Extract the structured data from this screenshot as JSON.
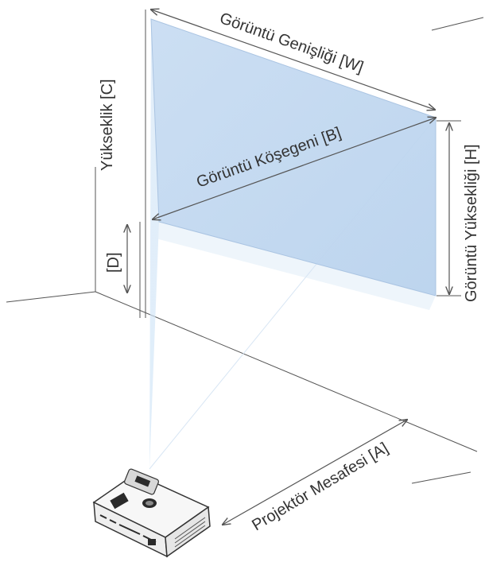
{
  "labels": {
    "width": "Görüntü Genişliği [W]",
    "diagonal": "Görüntü Köşegeni [B]",
    "height": "Görüntü Yüksekliği [H]",
    "elevation": "Yükseklik [C]",
    "offset": "[D]",
    "distance": "Projektör Mesafesi [A]"
  },
  "colors": {
    "beam": "#cfe3f7",
    "screen": "#b9d4ef",
    "line": "#555555",
    "projector_body": "#f5f5f5",
    "projector_dark": "#2a2a2a"
  },
  "icons": {
    "projector": "projector-device-icon"
  }
}
